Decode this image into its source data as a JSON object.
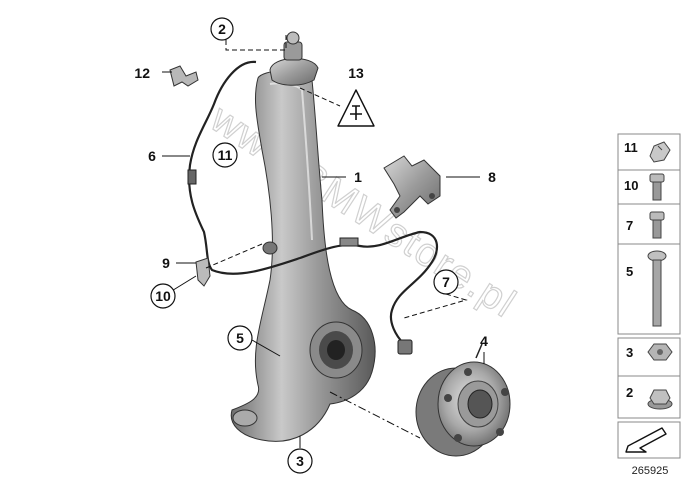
{
  "callouts": {
    "c1": "1",
    "c2": "2",
    "c3": "3",
    "c4": "4",
    "c5": "5",
    "c6": "6",
    "c7": "7",
    "c8": "8",
    "c9": "9",
    "c10": "10",
    "c11": "11",
    "c12": "12",
    "c13": "13"
  },
  "legend": {
    "items": [
      "11",
      "10",
      "7",
      "5",
      "3",
      "2"
    ]
  },
  "watermark": "www.BMWstore.pl",
  "doc_number": "265925",
  "icons": {
    "warning": "warning-triangle-icon",
    "arrow": "direction-arrow-icon"
  }
}
